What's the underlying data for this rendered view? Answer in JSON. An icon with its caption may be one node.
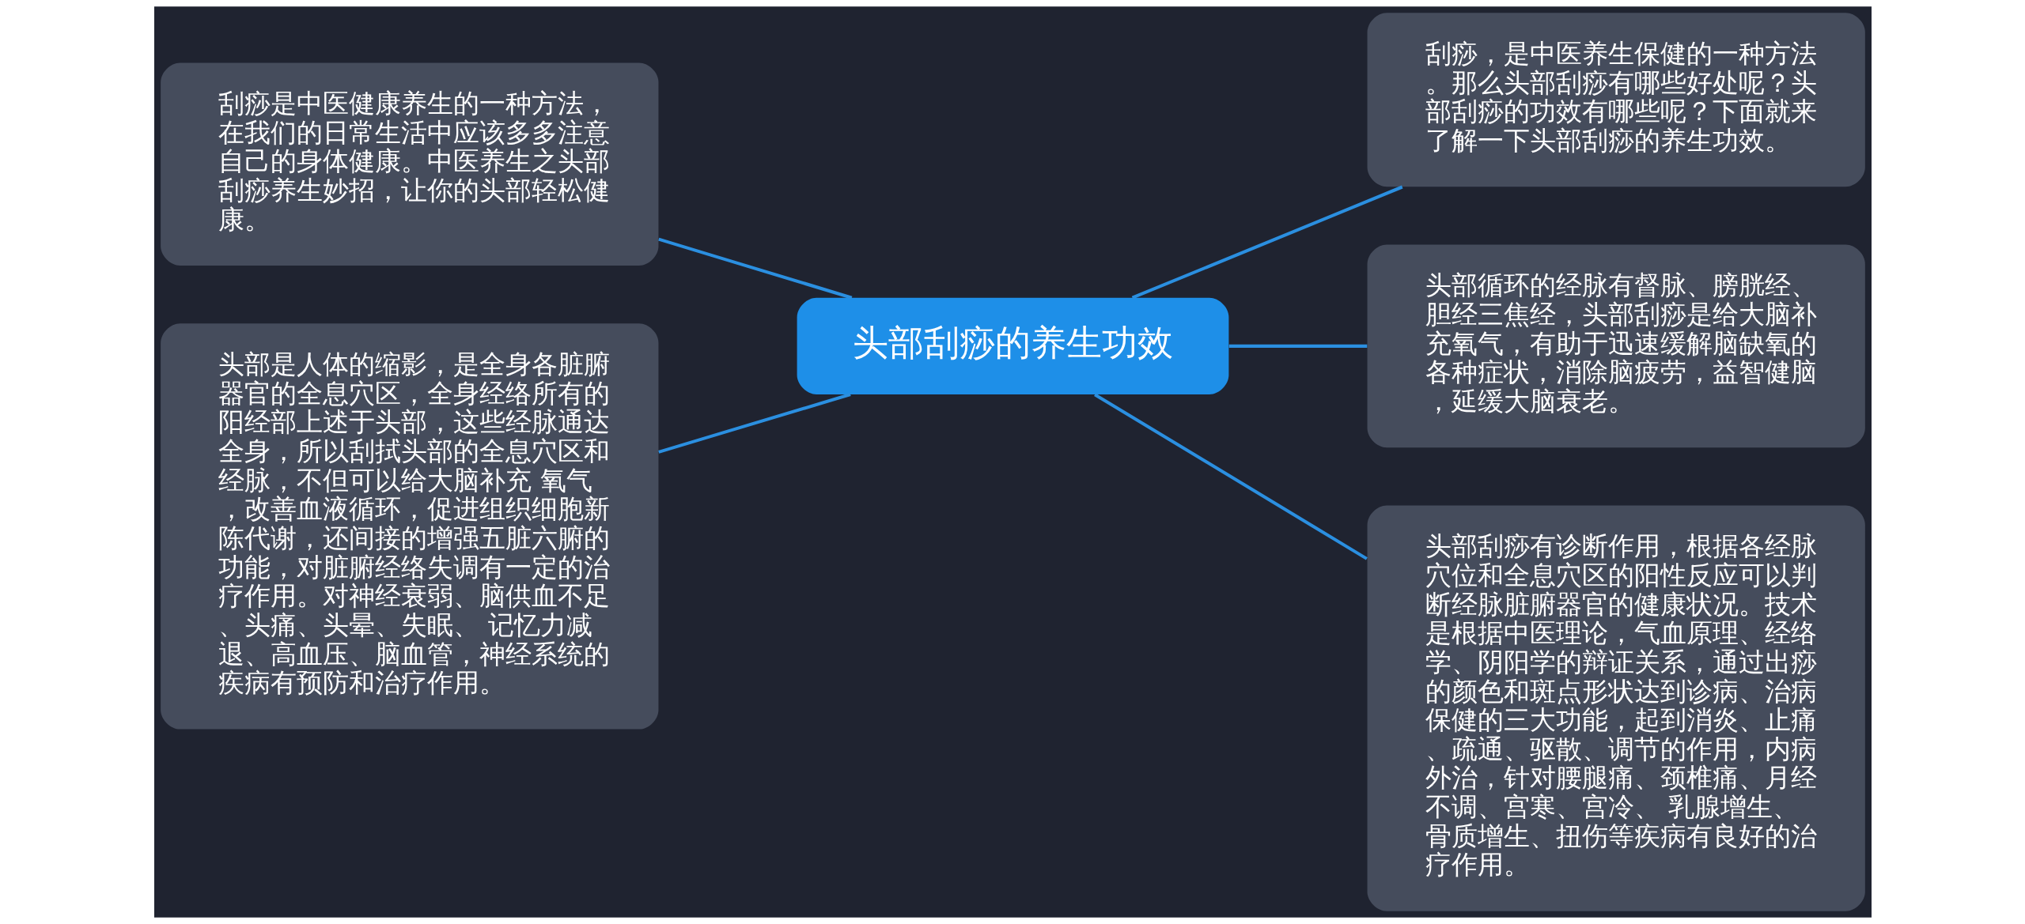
{
  "diagram": {
    "nodes": [
      {
        "text": [
          "头部刮痧的养生功效"
        ]
      },
      {
        "text": [
          "刮痧是中医健康养生的一种方法，在我们的日常生活中应该多多注意自己的身体健康。中医养生之头部刮痧养生妙招，让你的头部轻松健康。"
        ]
      },
      {
        "text": [
          "头部是人体的缩影，是全身各脏腑器官的全息穴区，全身经络所有的阳经部上述于头部，这些经脉通达全身，所以刮拭头部的全息穴区和经脉，不但可以给大脑补充 氧气，改善血液循环，促进组织细胞新陈代谢，还间接的增强五脏六腑的功能，对脏腑经络失调有一定的治疗作用。对神经衰弱、脑供血不足、头痛、头晕、失眠、 记忆力减退、高血压、脑血管，神经系统的疾病有预防和治疗作用。"
        ]
      },
      {
        "text": [
          "刮痧，是中医养生保健的一种方法。那么头部刮痧有哪些好处呢？头部刮痧的功效有哪些呢？下面就来了解一下头部刮痧的养生功效。"
        ]
      },
      {
        "text": [
          "头部循环的经脉有督脉、膀胱经、胆经三焦经，头部刮痧是给大脑补充氧气，有助于迅速缓解脑缺氧的各种症状，消除脑疲劳，益智健脑，延缓大脑衰老。"
        ]
      },
      {
        "text": [
          "头部刮痧有诊断作用，根据各经脉穴位和全息穴区的阳性反应可以判断经脉脏腑器官的健康状况。技术是根据中医理论，气血原理、经络学、阴阳学的辩证关系，通过出痧的颜色和斑点形状达到诊病、治病保健的三大功能，起到消炎、止痛、疏通、驱散、调节的作用，内病外治，针对腰腿痛、颈椎痛、月经不调、宫寒、宫冷、 乳腺增生、骨质增生、扭伤等疾病有良好的治疗作用。"
        ]
      }
    ],
    "edges": [
      {
        "from": 0,
        "to": 1,
        "arrow": "none"
      },
      {
        "from": 0,
        "to": 2,
        "arrow": "none"
      },
      {
        "from": 0,
        "to": 3,
        "arrow": "none"
      },
      {
        "from": 0,
        "to": 4,
        "arrow": "none"
      },
      {
        "from": 0,
        "to": 5,
        "arrow": "none"
      }
    ]
  }
}
